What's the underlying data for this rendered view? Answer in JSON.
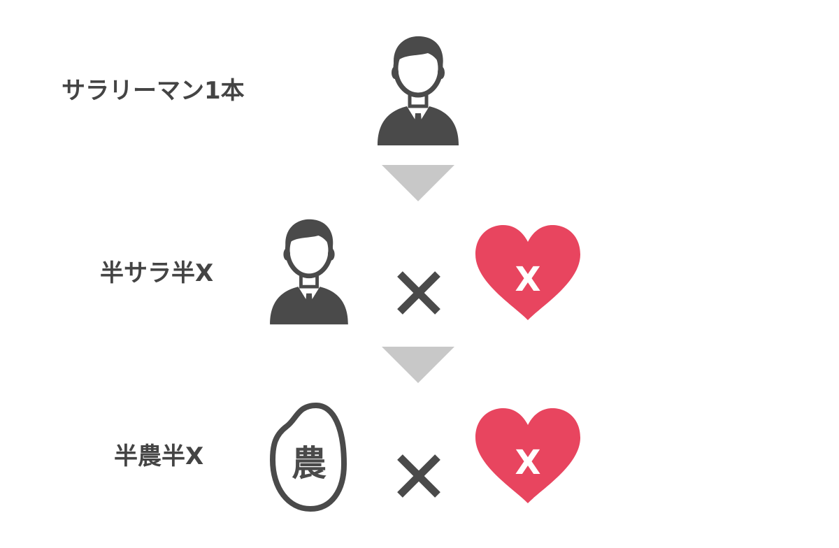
{
  "rows": [
    {
      "label": "サラリーマン1本",
      "icon": "businessman-icon"
    },
    {
      "label": "半サラ半X",
      "icon": "businessman-icon",
      "operator": "×",
      "partner_icon": "heart-icon",
      "partner_text": "X"
    },
    {
      "label": "半農半X",
      "icon": "rice-grain-icon",
      "icon_text": "農",
      "operator": "×",
      "partner_icon": "heart-icon",
      "partner_text": "X"
    }
  ],
  "connectors": [
    "arrow-down-icon",
    "arrow-down-icon"
  ],
  "colors": {
    "icon": "#4a4a4a",
    "heart": "#e8455f",
    "arrow": "#c8c8c8",
    "text": "#444444"
  }
}
